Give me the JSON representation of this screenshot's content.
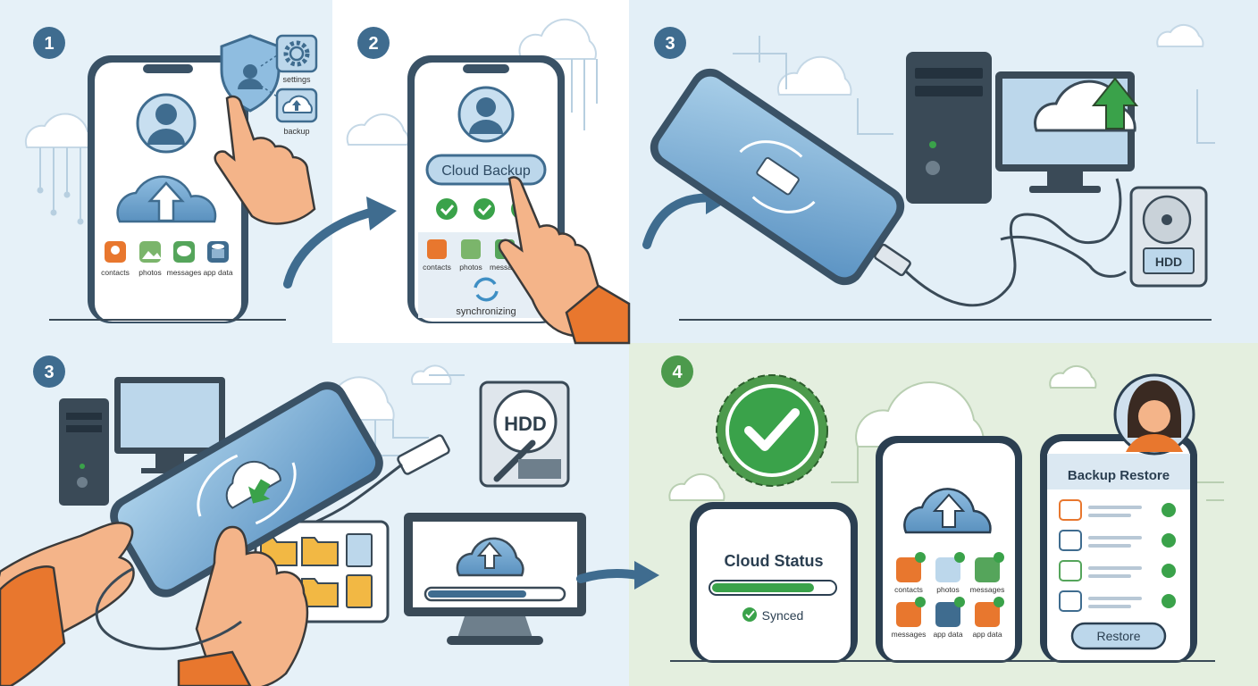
{
  "panels": [
    {
      "step": "1",
      "settings_label": "settings",
      "backup_label": "backup",
      "apps": [
        "contacts",
        "photos",
        "messages",
        "app data"
      ]
    },
    {
      "step": "2",
      "button_label": "Cloud Backup",
      "apps": [
        "contacts",
        "photos",
        "messagc"
      ],
      "sync_label": "synchronizing"
    },
    {
      "step": "3",
      "drive_label": "HDD"
    },
    {
      "step": "3",
      "drive_label": "HDD"
    },
    {
      "step": "4",
      "status_title": "Cloud Status",
      "status_text": "Synced",
      "apps": [
        "contacts",
        "photos",
        "messages",
        "messages",
        "app data",
        "app data"
      ],
      "restore_title": "Backup Restore",
      "restore_button": "Restore"
    }
  ],
  "colors": {
    "accent": "#3f6c8f",
    "step4": "#4c9a4c",
    "success": "#3aa24a",
    "cloud": "#6da3cc",
    "hand": "#f4b489",
    "sleeve": "#e8772e"
  }
}
